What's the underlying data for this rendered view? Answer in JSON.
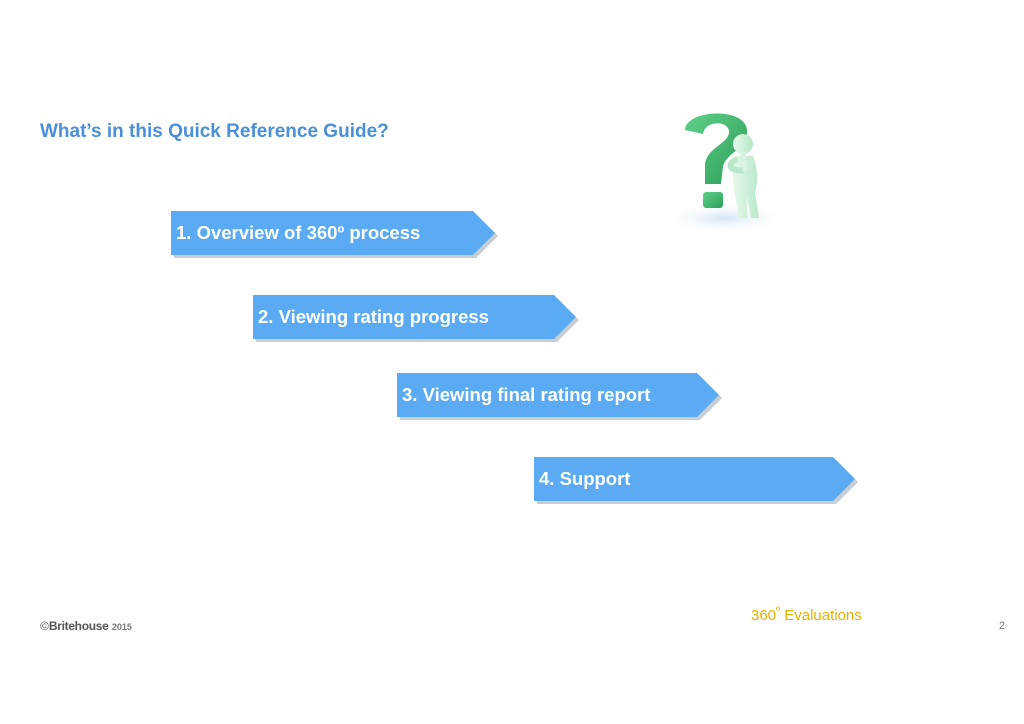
{
  "slide": {
    "title": "What’s in this Quick Reference  Guide?"
  },
  "agenda": {
    "items": [
      {
        "label": "1. Overview of 360º process"
      },
      {
        "label": "2. Viewing rating progress"
      },
      {
        "label": "3. Viewing final rating report"
      },
      {
        "label": "4. Support"
      }
    ],
    "arrow_color": "#5aabf4"
  },
  "illustration": {
    "icon": "question-mark-thinking-figure-icon",
    "colors": {
      "question_mark": "#3fb56a",
      "figure": "#c9f0d6"
    }
  },
  "footer": {
    "copyright_symbol": "©",
    "brand": "Britehouse",
    "year": "2015",
    "product_number": "360",
    "product_superscript": "º",
    "product_name": " Evaluations",
    "product_color": "#e8b000",
    "page_number": "2"
  }
}
